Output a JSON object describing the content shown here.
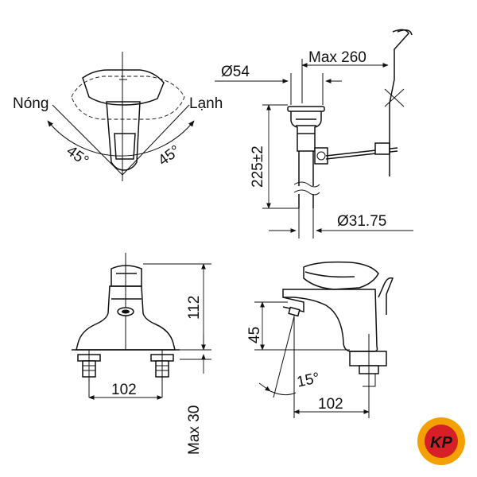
{
  "labels": {
    "hot": "Nóng",
    "cold": "Lạnh",
    "angle_left": "45°",
    "angle_right": "45°",
    "inlet_diameter": "Ø54",
    "max_pull_rod": "Max 260",
    "waste_height": "225±2",
    "waste_diameter": "Ø31.75",
    "body_height": "112",
    "front_width": "102",
    "max_thickness": "Max 30",
    "spout_height": "45",
    "spout_angle": "15°",
    "side_depth": "102"
  },
  "logo": {
    "text": "KP",
    "colors": {
      "outer": "#f2a100",
      "inner": "#d61f26",
      "text": "#ffffff"
    }
  }
}
